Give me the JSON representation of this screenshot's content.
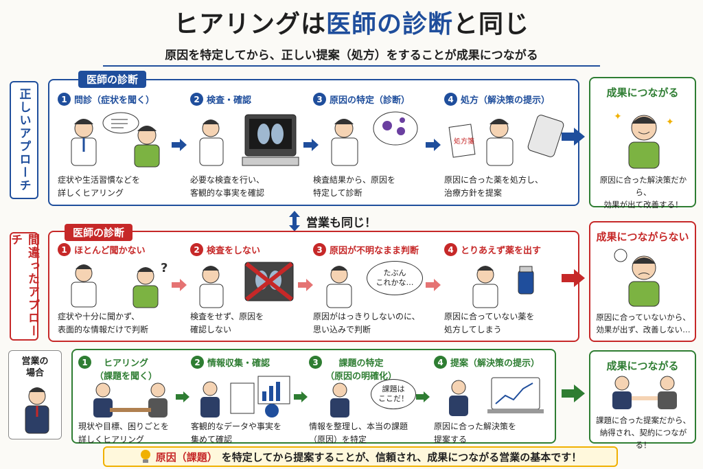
{
  "title_parts": {
    "a": "ヒアリングは",
    "b": "医師の診断",
    "c": "と同じ"
  },
  "subtitle": "原因を特定してから、正しい提案（処方）をすることが成果につながる",
  "mid_link": "営業も同じ！",
  "rows": {
    "correct": {
      "side_label": "正しいアプローチ",
      "tag": "医師の診断",
      "steps": [
        {
          "num": "1",
          "title": "問診（症状を聞く）",
          "desc": "症状や生活習慣などを\n詳しくヒアリング"
        },
        {
          "num": "2",
          "title": "検査・確認",
          "desc": "必要な検査を行い、\n客観的な事実を確認"
        },
        {
          "num": "3",
          "title": "原因の特定（診断）",
          "desc": "検査結果から、原因を\n特定して診断"
        },
        {
          "num": "4",
          "title": "処方（解決策の提示）",
          "desc": "原因に合った薬を処方し、\n治療方針を提案"
        }
      ],
      "result_title": "成果につながる",
      "result_desc": "原因に合った解決策だから、\n効果が出て改善する！"
    },
    "wrong": {
      "side_label": "間違ったアプローチ",
      "tag": "医師の診断",
      "steps": [
        {
          "num": "1",
          "title": "ほとんど聞かない",
          "desc": "症状や十分に聞かず、\n表面的な情報だけで判断"
        },
        {
          "num": "2",
          "title": "検査をしない",
          "desc": "検査をせず、原因を\n確認しない"
        },
        {
          "num": "3",
          "title": "原因が不明なまま判断",
          "desc": "原因がはっきりしないのに、\n思い込みで判断"
        },
        {
          "num": "4",
          "title": "とりあえず薬を出す",
          "desc": "原因に合っていない薬を\n処方してしまう"
        }
      ],
      "bubble3": "たぶん\nこれかな…",
      "result_title": "成果につながらない",
      "result_desc": "原因に合っていないから、\n効果が出ず、改善しない…"
    },
    "sales": {
      "side_label": "営業の\n場合",
      "steps": [
        {
          "num": "1",
          "title": "ヒアリング\n（課題を聞く）",
          "desc": "現状や目標、困りごとを\n詳しくヒアリング"
        },
        {
          "num": "2",
          "title": "情報収集・確認",
          "desc": "客観的なデータや事実を\n集めて確認"
        },
        {
          "num": "3",
          "title": "課題の特定\n（原因の明確化）",
          "desc": "情報を整理し、本当の課題\n（原因）を特定"
        },
        {
          "num": "4",
          "title": "提案（解決策の提示）",
          "desc": "原因に合った解決策を\n提案する"
        }
      ],
      "bubble3": "課題は\nここだ！",
      "result_title": "成果につながる",
      "result_desc": "課題に合った提案だから、\n納得され、契約につながる！"
    }
  },
  "banner": {
    "hl": "原因（課題）",
    "rest": "を特定してから提案することが、信頼され、成果につながる営業の基本です！"
  },
  "prescription_text": "処方箋",
  "colors": {
    "blue": "#1f4e9c",
    "red": "#c62828",
    "green": "#2e7d32",
    "yellow": "#f0b000"
  }
}
